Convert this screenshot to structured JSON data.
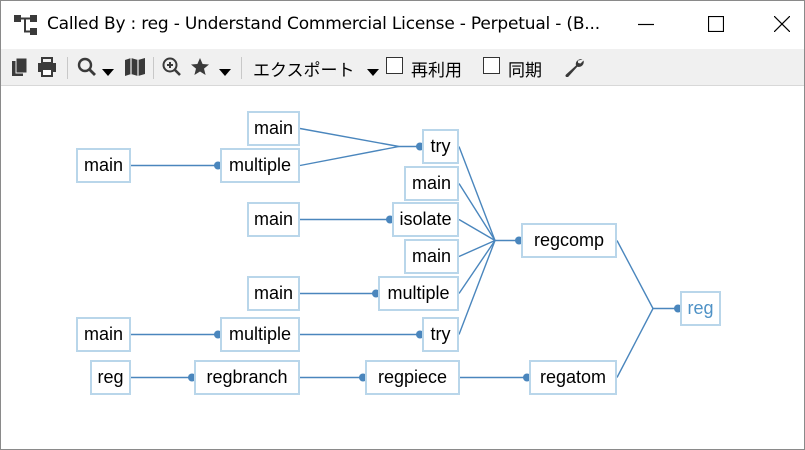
{
  "window": {
    "title": "Called By : reg - Understand Commercial License - Perpetual - (B...",
    "minimize_icon": "minimize-icon",
    "maximize_icon": "maximize-icon",
    "close_icon": "close-icon"
  },
  "toolbar": {
    "export_label": "エクスポート",
    "reuse_label": "再利用",
    "sync_label": "同期"
  },
  "graph": {
    "edge_color": "#4a86bd",
    "node_border_color": "#b9d6ea",
    "nodes": [
      {
        "id": "n1",
        "label": "main"
      },
      {
        "id": "n2",
        "label": "main"
      },
      {
        "id": "n3",
        "label": "multiple"
      },
      {
        "id": "n4",
        "label": "try"
      },
      {
        "id": "n5",
        "label": "main"
      },
      {
        "id": "n6",
        "label": "main"
      },
      {
        "id": "n7",
        "label": "isolate"
      },
      {
        "id": "n8",
        "label": "main"
      },
      {
        "id": "n9",
        "label": "regcomp"
      },
      {
        "id": "n10",
        "label": "main"
      },
      {
        "id": "n11",
        "label": "multiple"
      },
      {
        "id": "n12",
        "label": "reg"
      },
      {
        "id": "n13",
        "label": "main"
      },
      {
        "id": "n14",
        "label": "multiple"
      },
      {
        "id": "n15",
        "label": "try"
      },
      {
        "id": "n16",
        "label": "reg"
      },
      {
        "id": "n17",
        "label": "regbranch"
      },
      {
        "id": "n18",
        "label": "regpiece"
      },
      {
        "id": "n19",
        "label": "regatom"
      }
    ]
  }
}
